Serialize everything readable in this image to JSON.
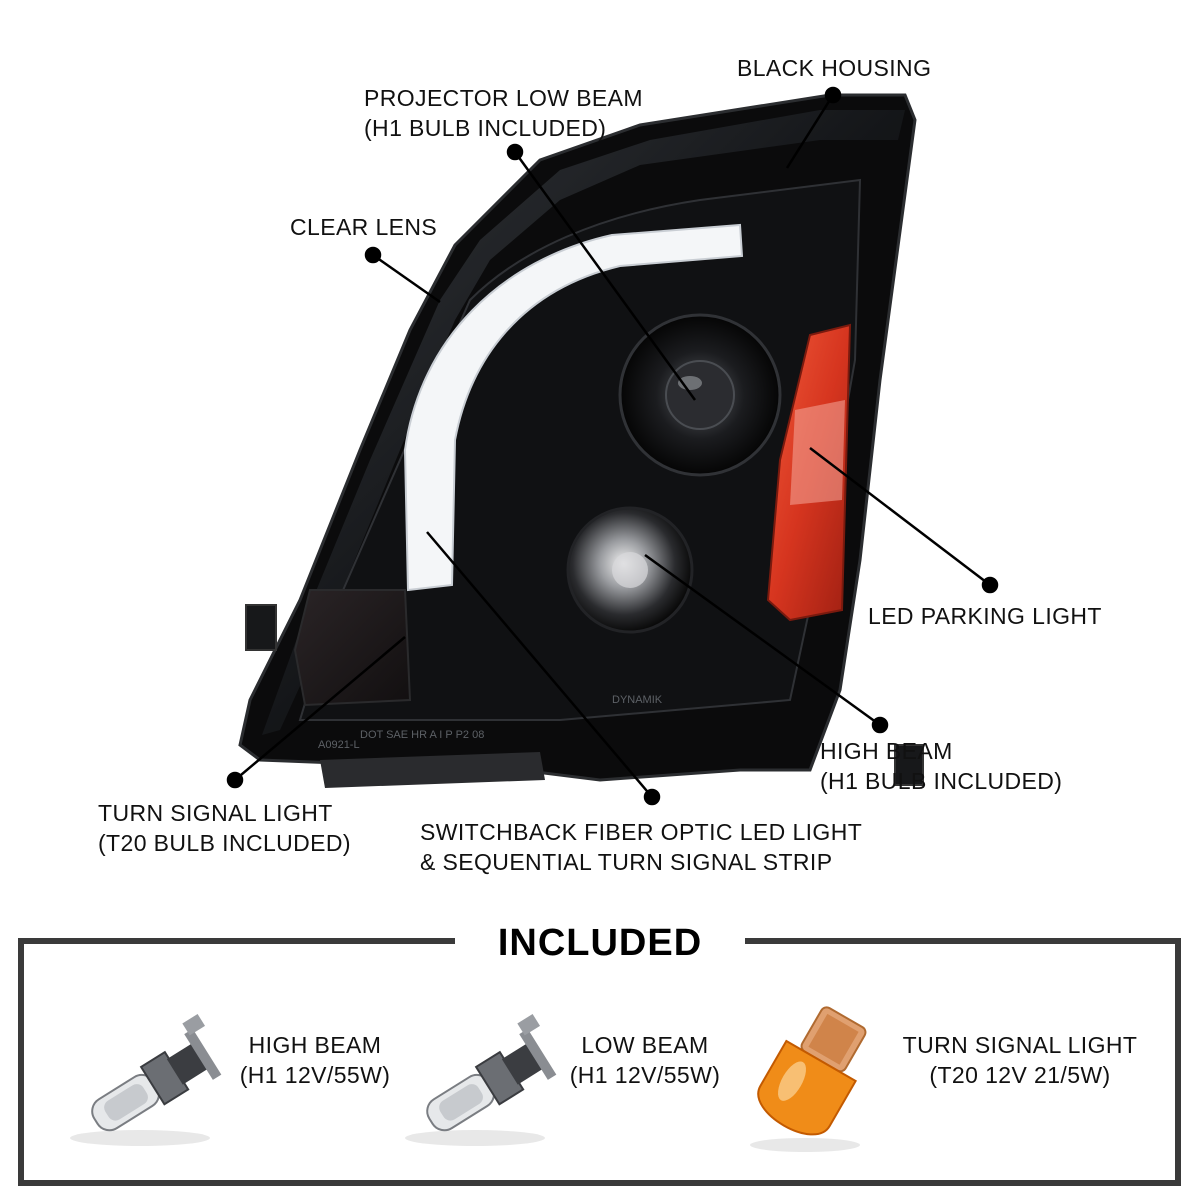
{
  "callouts": {
    "black_housing": "BLACK HOUSING",
    "projector_low_beam": {
      "line1": "PROJECTOR LOW BEAM",
      "line2": "(H1 BULB INCLUDED)"
    },
    "clear_lens": "CLEAR LENS",
    "led_parking_light": "LED PARKING LIGHT",
    "high_beam": {
      "line1": "HIGH BEAM",
      "line2": "(H1 BULB INCLUDED)"
    },
    "turn_signal_light": {
      "line1": "TURN SIGNAL LIGHT",
      "line2": "(T20 BULB INCLUDED)"
    },
    "switchback": {
      "line1": "SWITCHBACK FIBER OPTIC LED LIGHT",
      "line2": "& SEQUENTIAL TURN SIGNAL STRIP"
    }
  },
  "product_markings": {
    "brand": "DYNAMIK",
    "dot_line": "DOT SAE HR A I P P2 08",
    "part_code": "A0921-L"
  },
  "included": {
    "title": "INCLUDED",
    "items": [
      {
        "line1": "HIGH BEAM",
        "line2": "(H1 12V/55W)",
        "bulb": "h1-bulb-icon"
      },
      {
        "line1": "LOW BEAM",
        "line2": "(H1 12V/55W)",
        "bulb": "h1-bulb-icon"
      },
      {
        "line1": "TURN SIGNAL LIGHT",
        "line2": "(T20 12V 21/5W)",
        "bulb": "t20-amber-bulb-icon"
      }
    ]
  },
  "colors": {
    "housing": "#0b0b0c",
    "amber_reflector": "#d6351f",
    "fiber_strip": "#f4f6f8",
    "frame": "#3a3a3a",
    "text": "#111111"
  }
}
